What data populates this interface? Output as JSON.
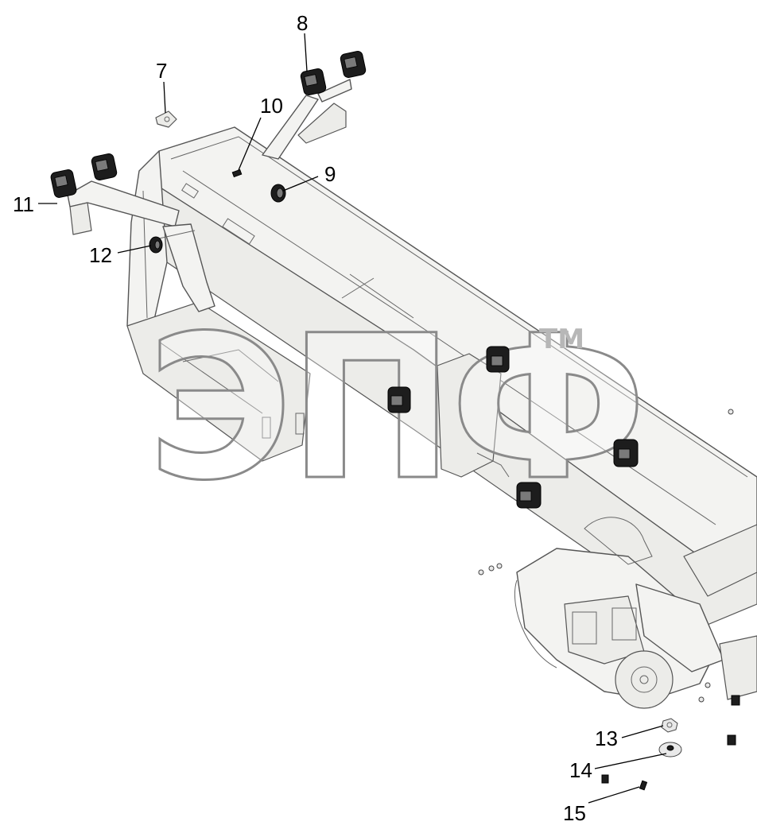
{
  "callouts": [
    {
      "id": "7",
      "label": "7"
    },
    {
      "id": "8",
      "label": "8"
    },
    {
      "id": "9",
      "label": "9"
    },
    {
      "id": "10",
      "label": "10"
    },
    {
      "id": "11",
      "label": "11"
    },
    {
      "id": "12",
      "label": "12"
    },
    {
      "id": "13",
      "label": "13"
    },
    {
      "id": "14",
      "label": "14"
    },
    {
      "id": "15",
      "label": "15"
    }
  ],
  "watermark": {
    "text": "ЭПФ",
    "trademark": "TM"
  },
  "icons": [
    "lamp-icon",
    "bracket-icon",
    "bolt-icon",
    "nut-icon",
    "washer-icon"
  ],
  "colors": {
    "line": "#555555",
    "frame_fill": "#f3f3f1",
    "lamp": "#1d1d1d",
    "watermark": "#8a8a8a"
  }
}
